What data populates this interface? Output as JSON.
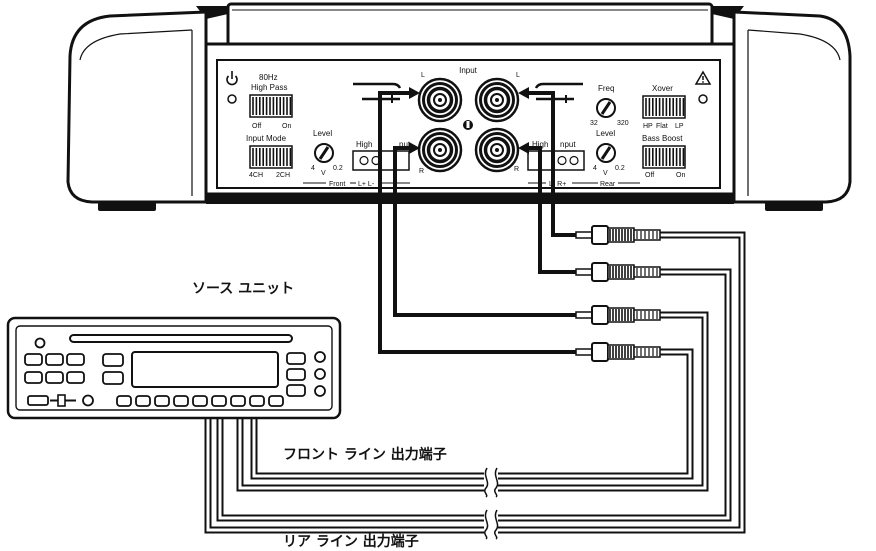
{
  "colors": {
    "ink": "#111111",
    "paper": "#ffffff"
  },
  "amplifier": {
    "front_panel": {
      "hp_freq": "80Hz",
      "hp_label": "High Pass",
      "hp_off": "Off",
      "hp_on": "On",
      "input_mode": "Input Mode",
      "mode_4ch": "4CH",
      "mode_2ch": "2CH",
      "level": "Level",
      "level_min": "4",
      "level_unit": "V",
      "level_max": "0.2",
      "high_input_a": "High",
      "high_input_b": "put",
      "section": "Front",
      "terminals": "L+ L-"
    },
    "input": {
      "title": "Input",
      "left_top": "L",
      "right_top": "L",
      "left_bottom": "R",
      "right_bottom": "R"
    },
    "rear_panel": {
      "freq": "Freq",
      "freq_min": "32",
      "freq_max": "320",
      "level": "Level",
      "level_min": "4",
      "level_unit": "V",
      "level_max": "0.2",
      "xover": "Xover",
      "xover_hp": "HP",
      "xover_flat": "Flat",
      "xover_lp": "LP",
      "bass_boost": "Bass Boost",
      "bb_off": "Off",
      "bb_on": "On",
      "high_input_a": "High",
      "high_input_b": "nput",
      "terminals": "L- R+",
      "section": "Rear"
    },
    "icons": {
      "power": "power-icon",
      "warning": "warning-icon",
      "indicator": "indicator-icon"
    }
  },
  "source_unit": {
    "label": "ソース ユニット"
  },
  "outputs": {
    "front": "フロント ライン 出力端子",
    "rear": "リア ライン 出力端子"
  }
}
